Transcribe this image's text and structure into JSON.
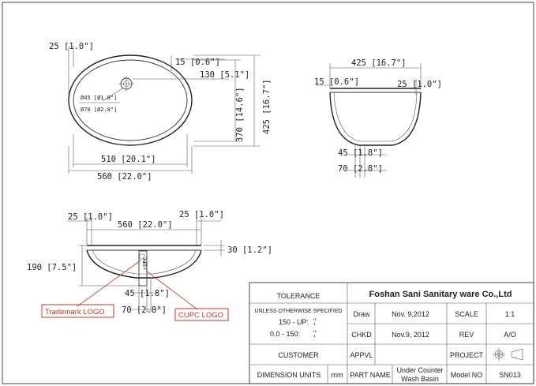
{
  "top_view": {
    "dim_25": "25 [1.0\"]",
    "dim_15": "15 [0.6\"]",
    "dim_130": "130 [5.1\"]",
    "dim_370": "370 [14.6\"]",
    "dim_425": "425 [16.7\"]",
    "dim_510": "510 [20.1\"]",
    "dim_560": "560 [22.0\"]",
    "hole_45": "Ø45 [Ø1.8\"]",
    "hole_70": "Ø70 [Ø2.8\"]"
  },
  "side_view": {
    "dim_425": "425 [16.7\"]",
    "dim_15": "15 [0.6\"]",
    "dim_25": "25 [1.0\"]",
    "dim_45": "45 [1.8\"]",
    "dim_70": "70 [2.8\"]"
  },
  "front_view": {
    "dim_25_left": "25 [1.0\"]",
    "dim_25_right": "25 [1.0\"]",
    "dim_560": "560 [22.0\"]",
    "dim_30": "30 [1.2\"]",
    "dim_190": "190 [7.5\"]",
    "dim_45": "45 [1.8\"]",
    "dim_70": "70 [2.8\"]",
    "trademark_logo": "Trademark LOGO",
    "cupc_logo": "CUPC LOGO"
  },
  "title_block": {
    "tolerance": "TOLERANCE",
    "unless": "UNLESS OTHERWISE SPECIFIED",
    "tol_1": "150 - UP:",
    "tol_2": "0.0 - 150:",
    "tol_plus1": "+1",
    "tol_minus1": "-1",
    "tol_plus2": "+1",
    "tol_minus2": "-1",
    "company": "Foshan Sani Sanitary ware Co.,Ltd",
    "draw_label": "Draw",
    "draw_date": "Nov. 9,2012",
    "scale_label": "SCALE",
    "scale_value": "1:1",
    "chkd_label": "CHKD",
    "chkd_date": "Nov.9, 2012",
    "rev_label": "REV",
    "rev_value": "A/O",
    "customer_label": "CUSTOMER",
    "appvl_label": "APPVL",
    "project_label": "PROJECT",
    "dimension_units_label": "DIMENSION UNITS",
    "units_value": "mm",
    "part_name_label": "PART NAME",
    "part_name_1": "Under Counter",
    "part_name_2": "Wash Basin",
    "model_no_label": "Model NO",
    "model_no_value": "SN013"
  }
}
